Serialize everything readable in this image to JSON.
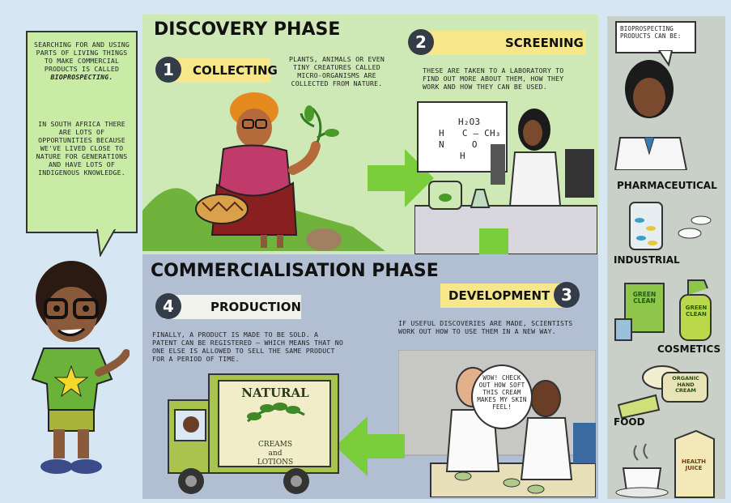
{
  "left_bubble": {
    "para1": "Searching for and using parts of living things to make commercial products is called",
    "para1_bold": "bioprospecting.",
    "para2": "In South Africa there are lots of opportunities because we've lived close to nature for generations and have lots of indigenous knowledge."
  },
  "discovery": {
    "title": "DISCOVERY PHASE",
    "step1": {
      "number": "1",
      "label": "COLLECTING",
      "text": "Plants, animals or even tiny creatures called micro-organisms are collected from nature."
    },
    "step2": {
      "number": "2",
      "label": "SCREENING",
      "text": "These are taken to a laboratory to find out more about them, how they work and how they can be used."
    },
    "board": {
      "top": "H₂O3",
      "h": "H",
      "c": "C",
      "ch3": "CH₃",
      "n": "N",
      "o": "O",
      "h2": "H"
    }
  },
  "commercial": {
    "title": "COMMERCIALISATION PHASE",
    "step3": {
      "number": "3",
      "label": "DEVELOPMENT",
      "text": "If useful discoveries are made, scientists work out how to use them in a new way."
    },
    "step4": {
      "number": "4",
      "label": "PRODUCTION",
      "text": "Finally, a product is made to be sold. A patent can be registered – which means that no one else is allowed to sell the same product for a period of time."
    },
    "speech": "Wow! Check out how soft this cream makes my skin feel!",
    "truck": {
      "brand": "NATURAL",
      "line1": "CREAMS",
      "line2": "and",
      "line3": "LOTIONS"
    }
  },
  "right_panel": {
    "bubble": "Bioprospecting products can be:",
    "categories": [
      "PHARMACEUTICAL",
      "INDUSTRIAL",
      "COSMETICS",
      "FOOD"
    ],
    "labels": {
      "green_clean": "GREEN CLEAN",
      "green_clean2": "GREEN CLEAN",
      "hand_cream": "ORGANIC HAND CREAM",
      "juice": "HEALTH JUICE"
    }
  },
  "colors": {
    "discovery_bg": "#cfe9b6",
    "commercial_bg": "#b2bfd3",
    "arrow_green": "#7ccd3c",
    "tag_yellow": "#f6e88a",
    "number_circle": "#333c47"
  }
}
